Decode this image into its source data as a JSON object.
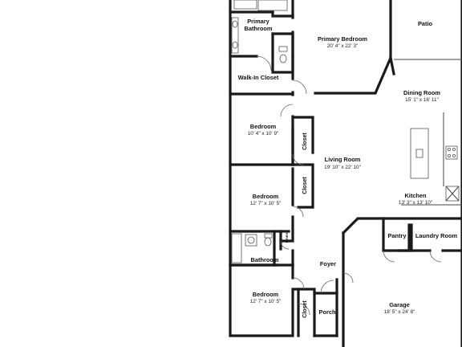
{
  "rooms": {
    "primary_bathroom": {
      "label_line1": "Primary",
      "label_line2": "Bathroom"
    },
    "primary_bedroom": {
      "label": "Primary Bedroom",
      "dimensions": "20' 4\" x 22' 3\""
    },
    "patio": {
      "label": "Patio"
    },
    "walk_in_closet": {
      "label": "Walk-In Closet"
    },
    "dining_room": {
      "label": "Dining Room",
      "dimensions": "15' 1\" x 16' 11\""
    },
    "bedroom_1": {
      "label": "Bedroom",
      "dimensions": "10' 4\" x 10' 9\""
    },
    "closet_1": {
      "label": "Closet"
    },
    "living_room": {
      "label": "Living Room",
      "dimensions": "19' 10\" x 22' 10\""
    },
    "bedroom_2": {
      "label": "Bedroom",
      "dimensions": "12' 7\" x 10' 5\""
    },
    "closet_2": {
      "label": "Closet"
    },
    "kitchen": {
      "label": "Kitchen",
      "dimensions": "13' 3\" x 13' 10\""
    },
    "linen": {
      "label": "Linen"
    },
    "pantry": {
      "label": "Pantry"
    },
    "laundry_room": {
      "label": "Laundry Room"
    },
    "bathroom": {
      "label": "Bathroom"
    },
    "foyer": {
      "label": "Foyer"
    },
    "bedroom_3": {
      "label": "Bedroom",
      "dimensions": "12' 7\" x 10' 5\""
    },
    "closet_3": {
      "label": "Closet"
    },
    "garage": {
      "label": "Garage",
      "dimensions": "18' 5\" x 24' 8\""
    },
    "porch": {
      "label": "Porch"
    }
  }
}
